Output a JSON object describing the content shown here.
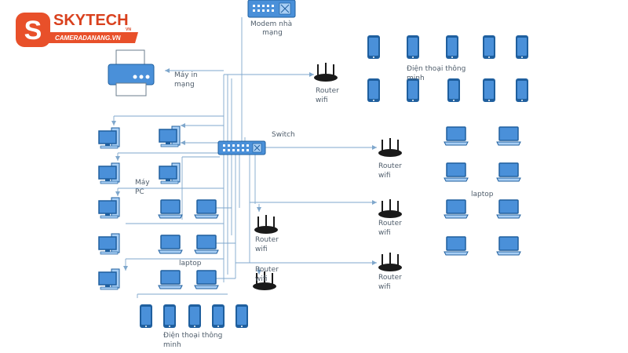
{
  "logo": {
    "brand": "SKYTECH",
    "tag": "VN",
    "site": "CAMERADANANG.VN",
    "color_primary": "#e8502a",
    "color_dark": "#c0391b"
  },
  "labels": {
    "modem": "Modem nhà mạng",
    "printer": "Máy in mạng",
    "switch": "Switch",
    "router": "Router wifi",
    "pc": "Máy PC",
    "laptop": "laptop",
    "phones": "Điện thoại thông minh"
  },
  "colors": {
    "device_fill": "#4a90d9",
    "device_light": "#a9cff5",
    "device_stroke": "#1f5f9e",
    "line": "#7fa7cc",
    "router": "#1a1a1a"
  },
  "icons": [
    "modem-icon",
    "printer-icon",
    "switch-icon",
    "router-icon",
    "pc-icon",
    "laptop-icon",
    "phone-icon"
  ]
}
